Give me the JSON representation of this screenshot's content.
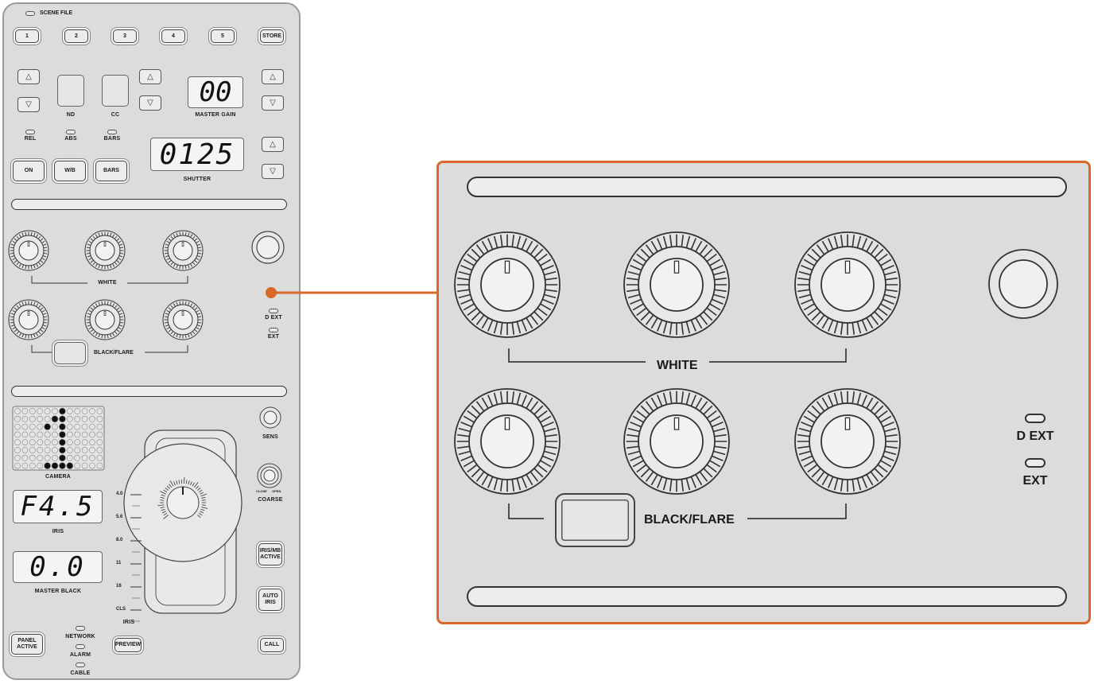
{
  "panel": {
    "scene_file": "SCENE FILE",
    "scene_buttons": [
      "1",
      "2",
      "3",
      "4",
      "5"
    ],
    "store": "STORE",
    "nd": "ND",
    "cc": "CC",
    "master_gain_label": "MASTER GAIN",
    "master_gain_value": "00",
    "rel": "REL",
    "abs": "ABS",
    "bars_led": "BARS",
    "shutter_value": "0125",
    "shutter_label": "SHUTTER",
    "on": "ON",
    "wb": "W/B",
    "bars_btn": "BARS",
    "white": "WHITE",
    "black_flare": "BLACK/FLARE",
    "d_ext": "D EXT",
    "ext": "EXT",
    "camera_label": "CAMERA",
    "camera_number": "1",
    "sens": "SENS",
    "close": "CLOSE",
    "open": "OPEN",
    "coarse": "COARSE",
    "iris_value": "F4.5",
    "iris_label": "IRIS",
    "fstops": [
      "4.0",
      "5.6",
      "8.0",
      "11",
      "16",
      "CLS"
    ],
    "scale_iris": "IRIS",
    "iris_mb_active": "IRIS/MB ACTIVE",
    "master_black_value": "0.0",
    "master_black_label": "MASTER BLACK",
    "auto_iris": "AUTO IRIS",
    "panel_active": "PANEL ACTIVE",
    "network": "NETWORK",
    "alarm": "ALARM",
    "cable": "CABLE",
    "preview": "PREVIEW",
    "call": "CALL"
  },
  "zoom": {
    "white": "WHITE",
    "black_flare": "BLACK/FLARE",
    "d_ext": "D EXT",
    "ext": "EXT"
  },
  "colors": {
    "callout": "#d9682a",
    "panel_bg": "#dcdcdc"
  }
}
